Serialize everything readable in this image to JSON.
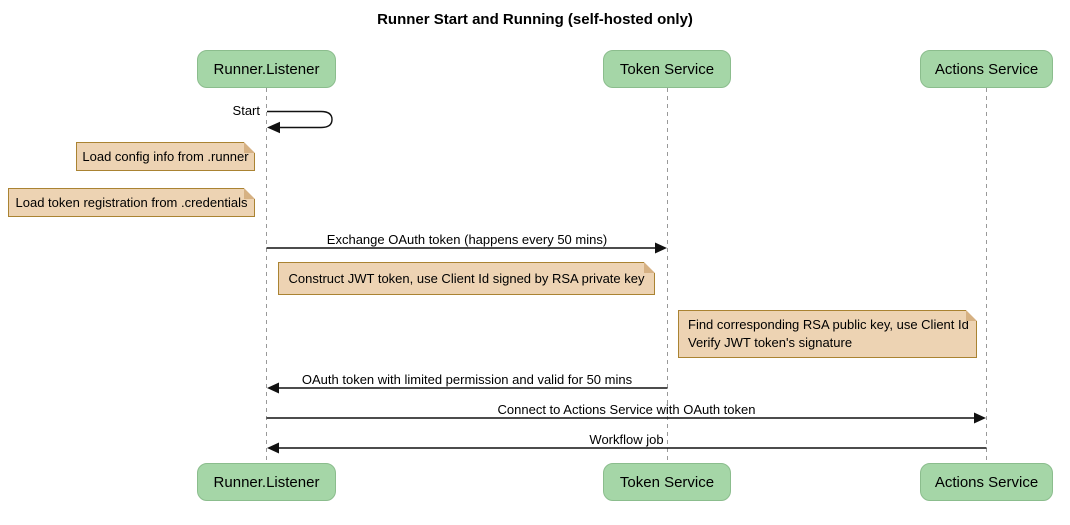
{
  "title": "Runner Start and Running (self-hosted only)",
  "participants": [
    {
      "name": "Runner.Listener"
    },
    {
      "name": "Token Service"
    },
    {
      "name": "Actions Service"
    }
  ],
  "messages": [
    {
      "label": "Start",
      "from": "Runner.Listener",
      "to": "Runner.Listener",
      "kind": "self"
    },
    {
      "label": "Exchange OAuth token (happens every 50 mins)",
      "from": "Runner.Listener",
      "to": "Token Service",
      "kind": "arrow-right"
    },
    {
      "label": "OAuth token with limited permission and valid for 50 mins",
      "from": "Token Service",
      "to": "Runner.Listener",
      "kind": "arrow-left"
    },
    {
      "label": "Connect to Actions Service with OAuth token",
      "from": "Runner.Listener",
      "to": "Actions Service",
      "kind": "arrow-right"
    },
    {
      "label": "Workflow job",
      "from": "Actions Service",
      "to": "Runner.Listener",
      "kind": "arrow-left"
    }
  ],
  "notes": [
    {
      "anchor": "left of Runner.Listener",
      "lines": [
        "Load config info from .runner"
      ]
    },
    {
      "anchor": "left of Runner.Listener",
      "lines": [
        "Load token registration from .credentials"
      ]
    },
    {
      "anchor": "over Runner.Listener to Token Service",
      "lines": [
        "Construct JWT token, use Client Id signed by RSA private key"
      ]
    },
    {
      "anchor": "left of Actions Service",
      "lines": [
        "Find corresponding RSA public key, use Client Id",
        "Verify JWT token's signature"
      ]
    }
  ],
  "colors": {
    "background": "#FFFFFF",
    "participant_fill": "#A5D6A7",
    "participant_border": "#8BBD8D",
    "note_fill": "#EDD3B3",
    "note_border": "#AA8332",
    "note_fold": "#D6B183",
    "lifeline": "#999999",
    "arrow": "#111111"
  }
}
